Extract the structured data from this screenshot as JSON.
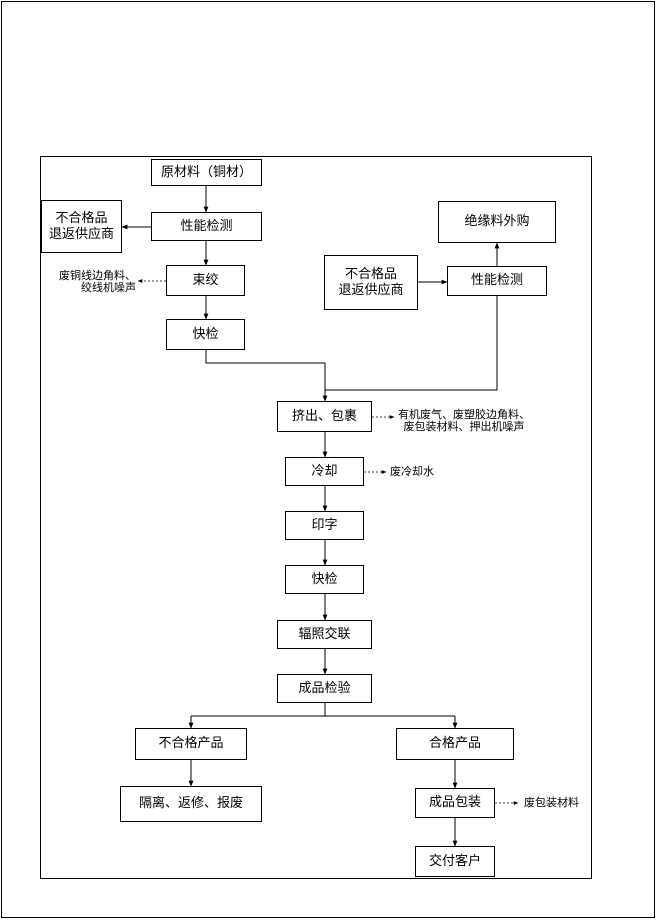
{
  "nodes": {
    "raw_material": "原材料（铜材）",
    "performance_test_1": "性能检测",
    "reject_supplier_1": "不合格品\n退返供应商",
    "stranding": "束绞",
    "quick_check_1": "快检",
    "insulation_purchase": "绝缘料外购",
    "reject_supplier_2": "不合格品\n退返供应商",
    "performance_test_2": "性能检测",
    "extrusion": "挤出、包裹",
    "cooling": "冷却",
    "printing": "印字",
    "quick_check_2": "快检",
    "irradiation": "辐照交联",
    "final_inspection": "成品检验",
    "nonconforming": "不合格产品",
    "conforming": "合格产品",
    "isolation": "隔离、返修、报废",
    "packaging": "成品包装",
    "delivery": "交付客户"
  },
  "annotations": {
    "stranding_waste": "废铜线边角料、\n绞线机噪声",
    "extrusion_waste": "有机废气、废塑胶边角料、\n废包装材料、押出机噪声",
    "cooling_waste": "废冷却水",
    "packaging_waste": "废包装材料"
  }
}
